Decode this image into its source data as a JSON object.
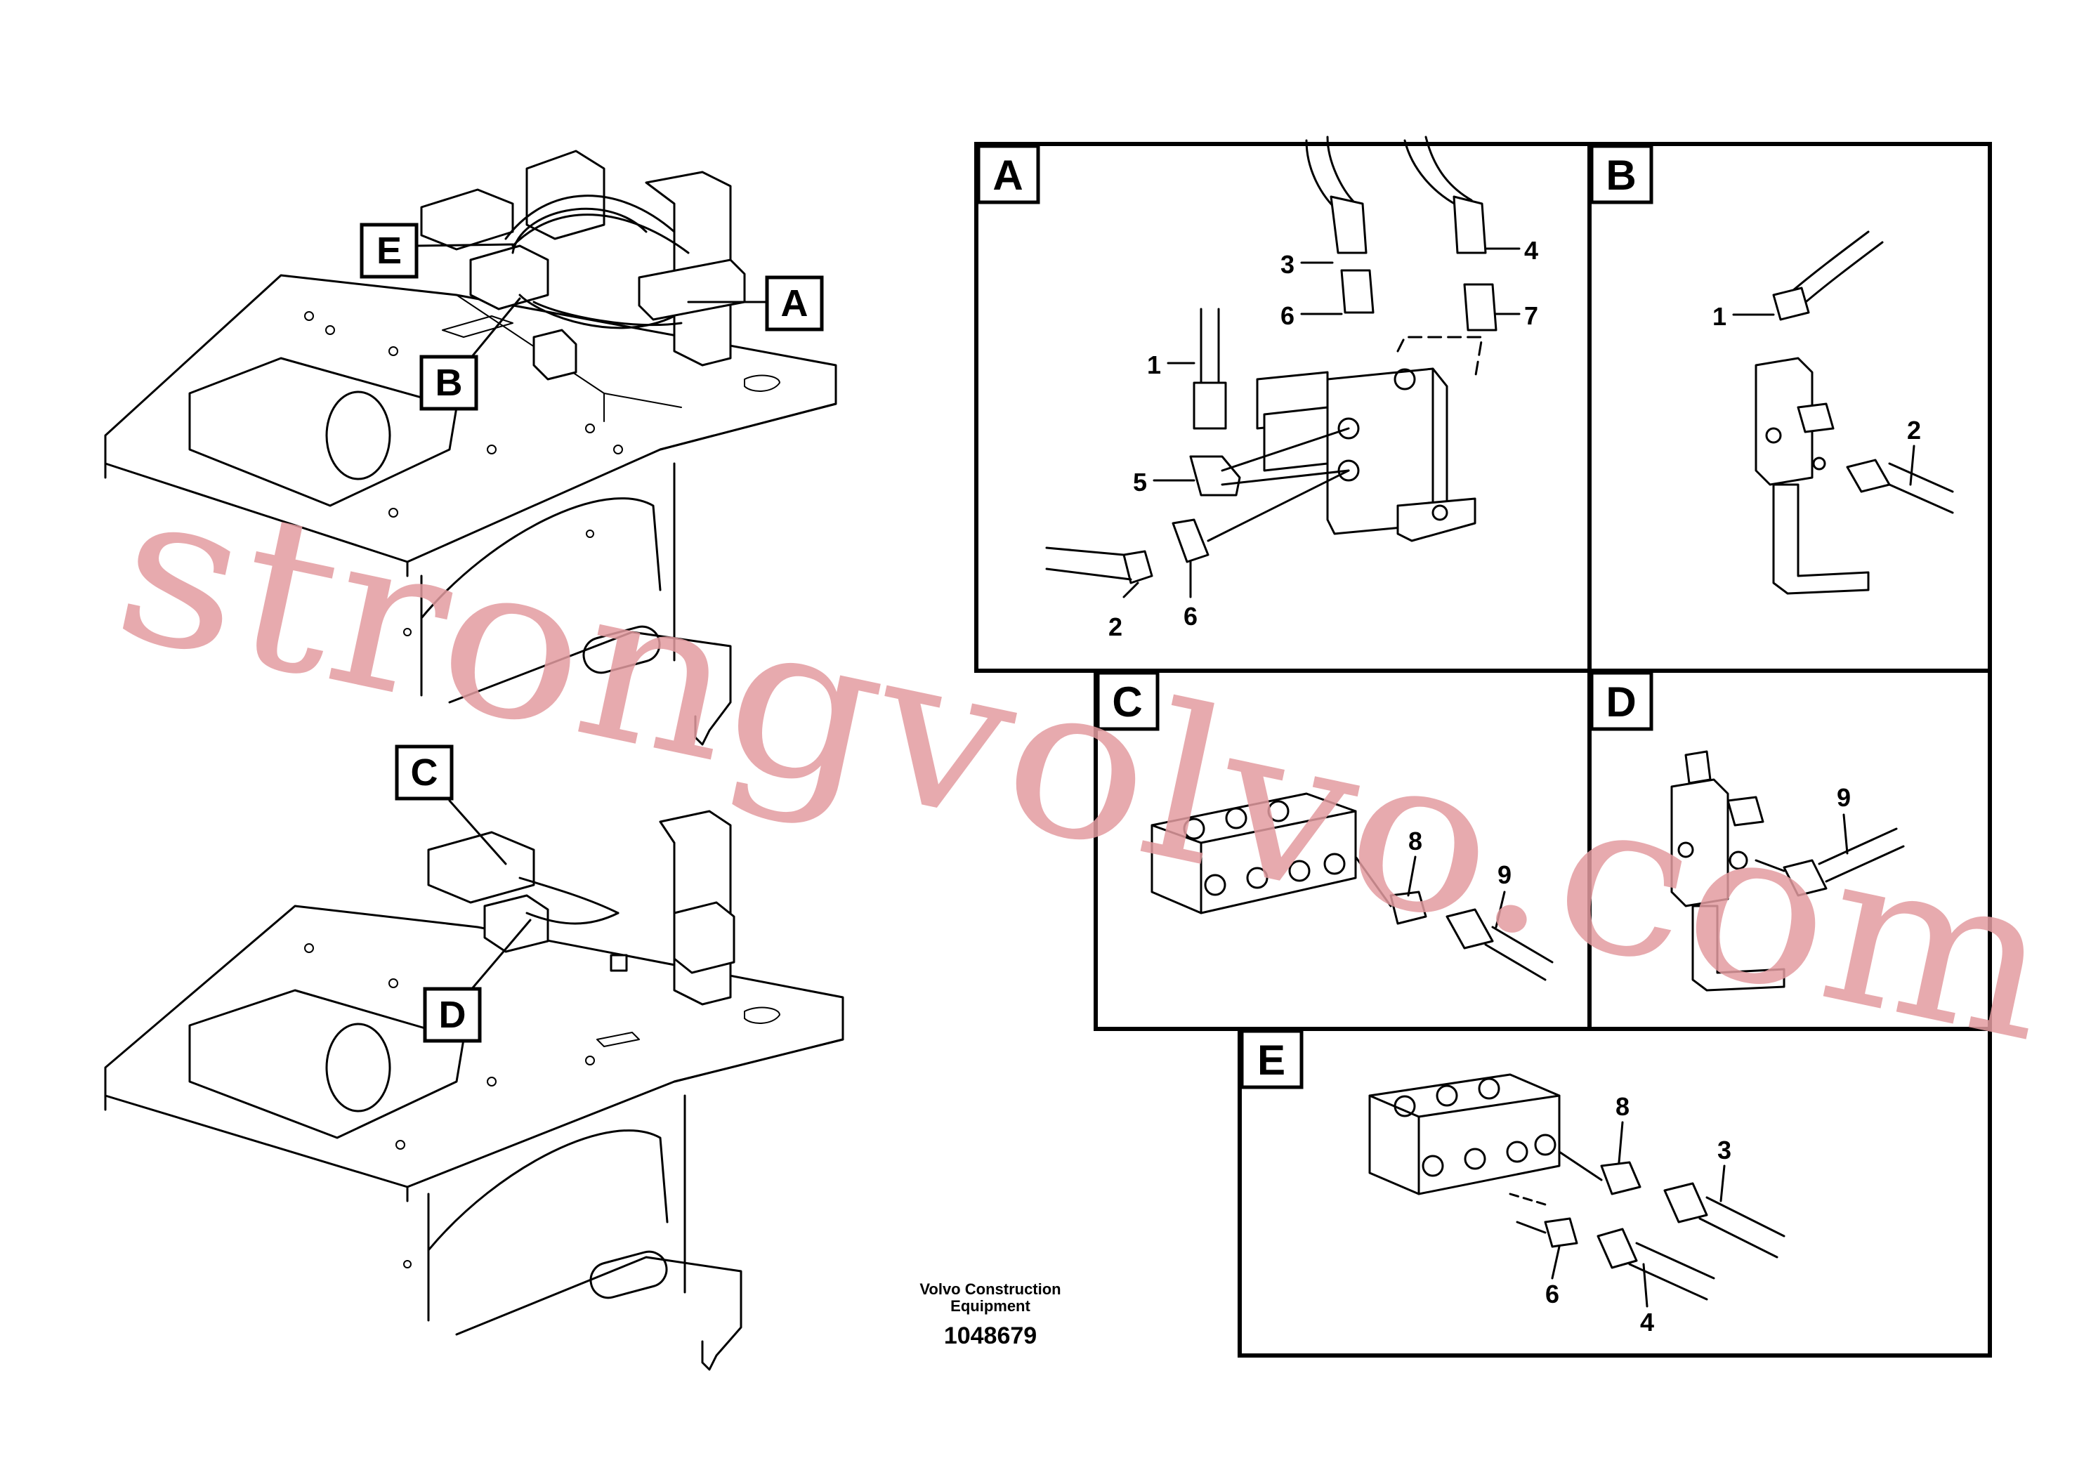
{
  "callouts": {
    "overview_top": [
      "E",
      "A",
      "B"
    ],
    "overview_bottom": [
      "C",
      "D"
    ]
  },
  "panels": {
    "A": {
      "title": "A",
      "parts": [
        "1",
        "2",
        "3",
        "4",
        "5",
        "6",
        "6",
        "7"
      ]
    },
    "B": {
      "title": "B",
      "parts": [
        "1",
        "2"
      ]
    },
    "C": {
      "title": "C",
      "parts": [
        "8",
        "9"
      ]
    },
    "D": {
      "title": "D",
      "parts": [
        "9"
      ]
    },
    "E": {
      "title": "E",
      "parts": [
        "8",
        "3",
        "6",
        "4"
      ]
    }
  },
  "caption": {
    "company_line1": "Volvo Construction",
    "company_line2": "Equipment",
    "number": "1048679"
  },
  "watermark": "strongvolvo.com",
  "colors": {
    "line": "#000000",
    "background": "#ffffff",
    "watermark": "#e39ca0"
  }
}
